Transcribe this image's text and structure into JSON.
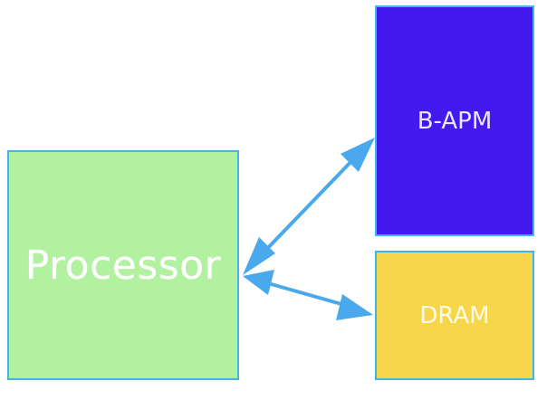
{
  "diagram": {
    "nodes": {
      "processor": {
        "label": "Processor"
      },
      "bapm": {
        "label": "B-APM"
      },
      "dram": {
        "label": "DRAM"
      }
    },
    "edges": [
      {
        "from": "processor",
        "to": "bapm",
        "direction": "bidirectional"
      },
      {
        "from": "processor",
        "to": "dram",
        "direction": "bidirectional"
      }
    ],
    "colors": {
      "processor_fill": "#b2f1a0",
      "bapm_fill": "#4319ee",
      "dram_fill": "#f8d64b",
      "border": "#41b6e6",
      "arrow": "#4aa8ec"
    }
  }
}
